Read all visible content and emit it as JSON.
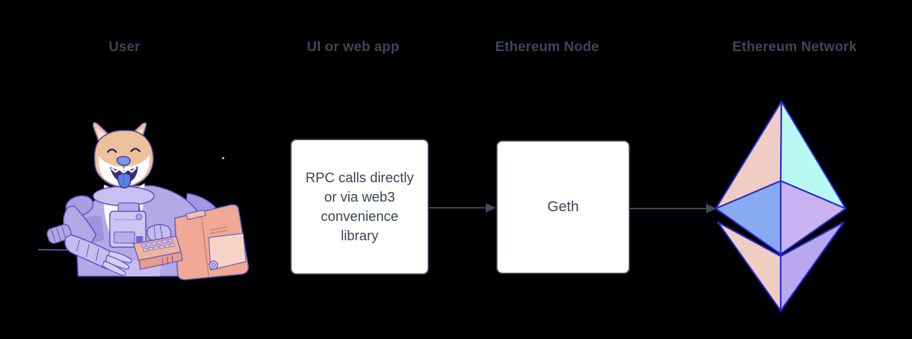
{
  "diagram": {
    "columns": [
      {
        "id": "user",
        "label": "User"
      },
      {
        "id": "ui_web_app",
        "label": "UI or web app"
      },
      {
        "id": "ethereum_node",
        "label": "Ethereum Node"
      },
      {
        "id": "ethereum_network",
        "label": "Ethereum Network"
      }
    ],
    "boxes": {
      "rpc": {
        "lines": [
          "RPC calls directly",
          "or via web3",
          "convenience",
          "library"
        ]
      },
      "geth": {
        "label": "Geth"
      }
    },
    "icons": [
      {
        "name": "doge-astronaut-at-computer-illustration"
      },
      {
        "name": "ethereum-logo"
      }
    ],
    "colors": {
      "background": "#000000",
      "label_text": "#3d4655",
      "box_border": "#3b4554",
      "box_background": "#ffffff",
      "box_text": "#3a4554",
      "arrow": "#404b59",
      "eth_logo": {
        "outline": "#2a2ad4",
        "top_left": "#f0cdc2",
        "top_right": "#b9f9f4",
        "mid_left": "#88aaf1",
        "mid_right": "#c9b3f2",
        "bottom_left": "#f0cdc2",
        "bottom_right": "#b9a8f0"
      },
      "illustration": {
        "doge_fur": "#eec19e",
        "doge_muzzle": "#fdfdff",
        "tongue": "#5b7ee3",
        "suit": "#b2a9e7",
        "computer": "#efa994",
        "outline": "#5b4fc0"
      }
    }
  }
}
